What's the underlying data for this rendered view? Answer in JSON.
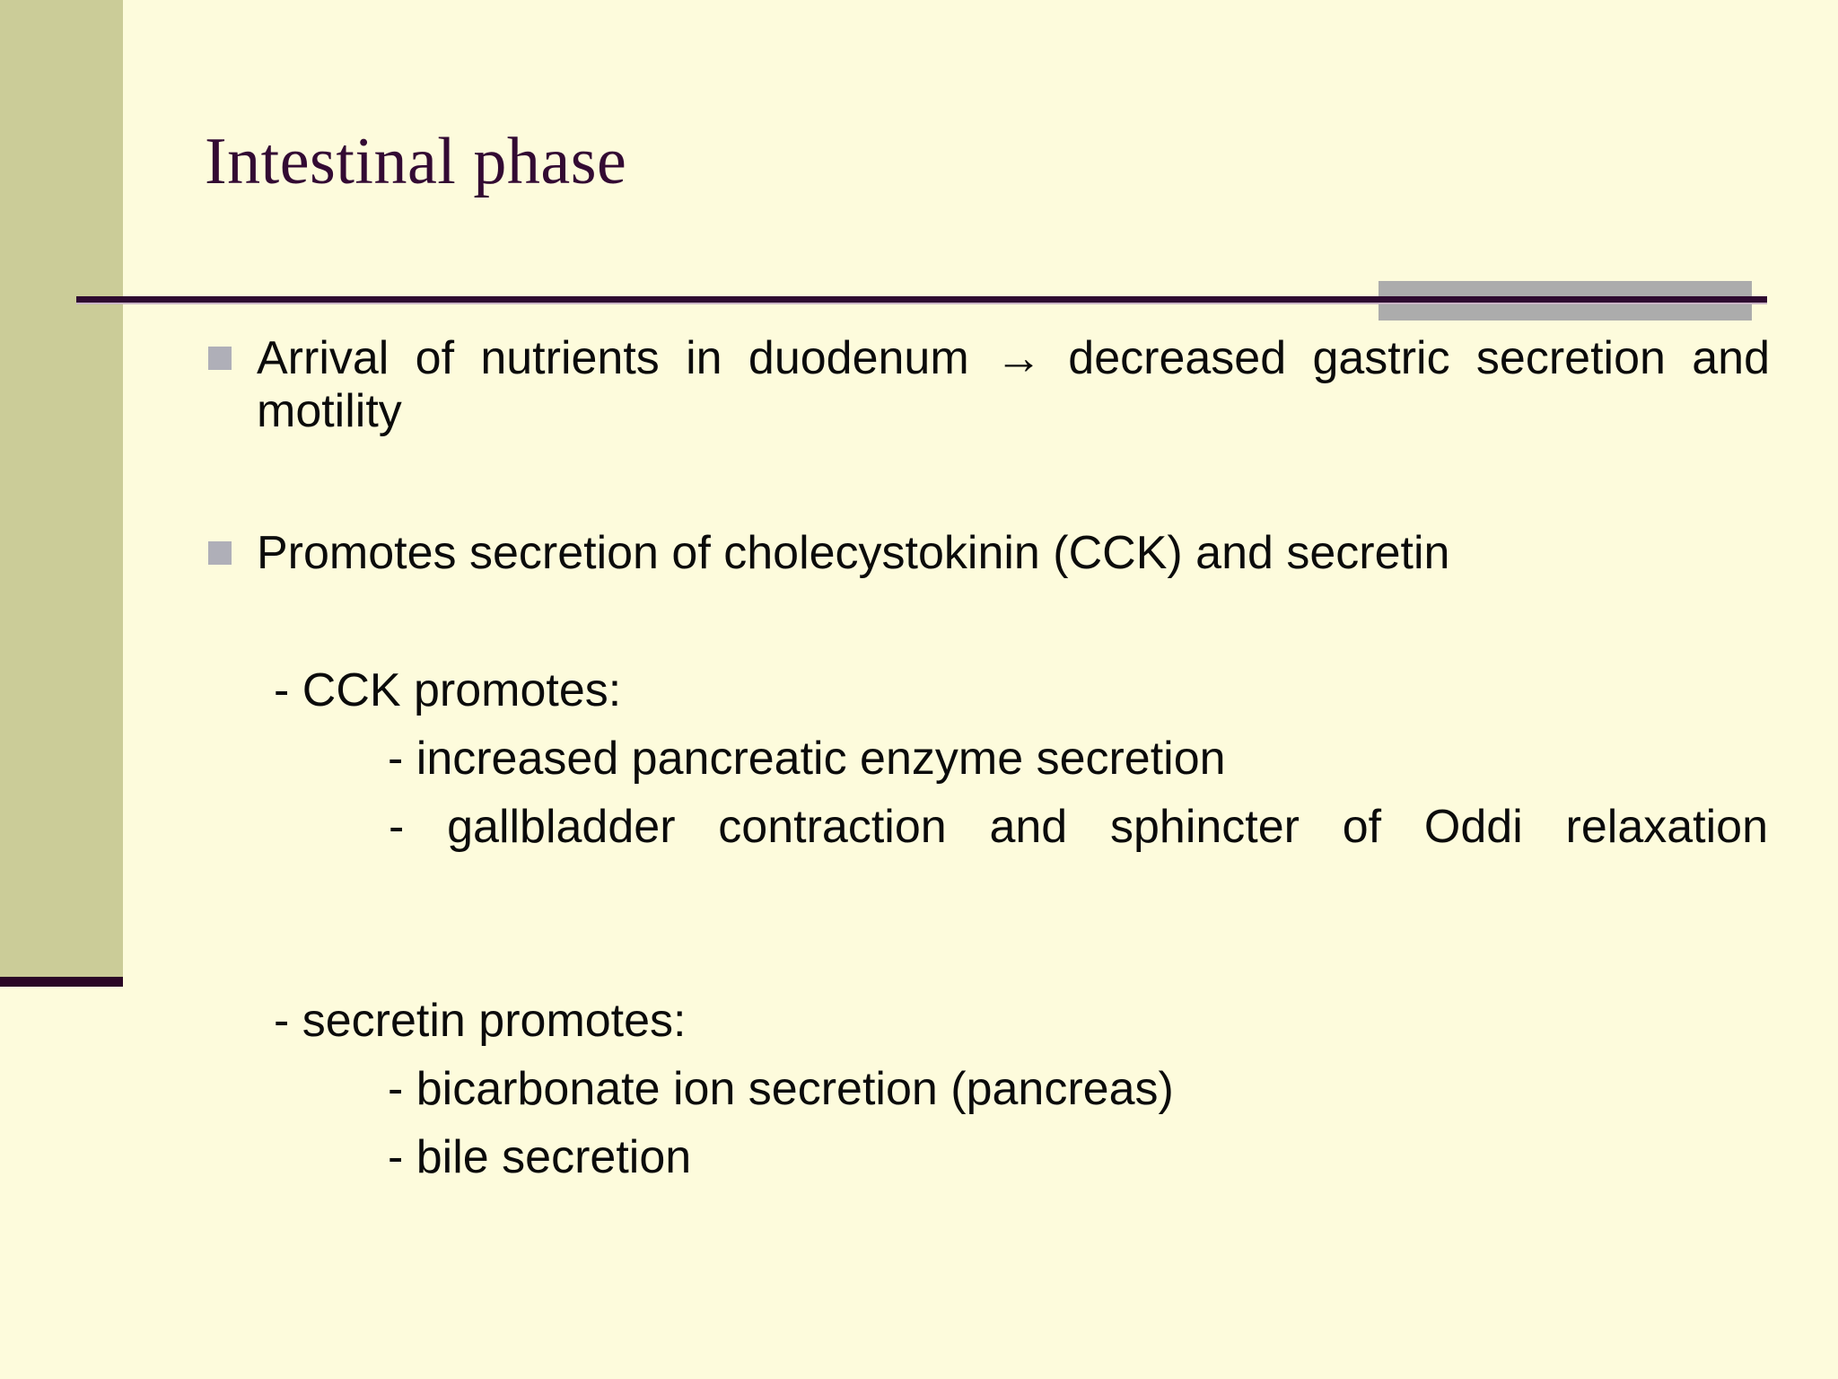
{
  "slide": {
    "title": "Intestinal phase",
    "colors": {
      "background": "#FDFBDC",
      "side_band": "#CBCC98",
      "side_band_foot": "#2B0626",
      "title_text": "#330A33",
      "divider": "#2E0A30",
      "accent_bar": "#ACACAC",
      "bullet_marker": "#AFAFB8",
      "body_text": "#0B0B0B"
    },
    "bullets": [
      {
        "id": "arrival",
        "text": "Arrival of nutrients in duodenum → decreased gastric secretion and motility"
      },
      {
        "id": "promotes",
        "text": "Promotes secretion of cholecystokinin (CCK) and secretin"
      }
    ],
    "sub_sections": [
      {
        "id": "cck",
        "heading": "- CCK promotes:",
        "items": [
          "- increased pancreatic enzyme secretion",
          "- gallbladder contraction and sphincter of Oddi relaxation"
        ]
      },
      {
        "id": "secretin",
        "heading": "- secretin promotes:",
        "items": [
          "- bicarbonate ion secretion (pancreas)",
          "- bile secretion"
        ]
      }
    ]
  }
}
